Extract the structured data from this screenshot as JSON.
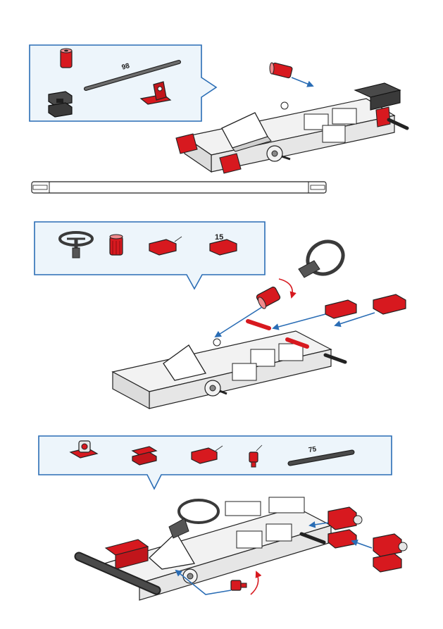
{
  "colors": {
    "callout_border": "#2a6db5",
    "callout_fill": "#edf5fb",
    "part_red": "#d7191f",
    "part_dark": "#3a3a3a",
    "part_light": "#f2f2f2",
    "arrow_blue": "#2a6db5",
    "rotate_red": "#d7191f"
  },
  "steps": [
    {
      "parts": [
        {
          "icon": "red-bushing-icon"
        },
        {
          "icon": "axle-rod-icon",
          "label": "98"
        },
        {
          "icon": "dark-building-block-icon"
        },
        {
          "icon": "red-angle-bracket-icon"
        }
      ]
    },
    {
      "parts": [
        {
          "icon": "steering-wheel-icon"
        },
        {
          "icon": "red-hub-nut-icon"
        },
        {
          "icon": "red-building-block-icon"
        },
        {
          "icon": "red-building-block-15-icon",
          "label": "15"
        }
      ]
    },
    {
      "parts": [
        {
          "icon": "red-hinge-block-icon"
        },
        {
          "icon": "red-double-block-icon"
        },
        {
          "icon": "red-building-block-icon"
        },
        {
          "icon": "red-peg-icon"
        },
        {
          "icon": "link-strut-icon",
          "label": "75"
        }
      ]
    }
  ]
}
